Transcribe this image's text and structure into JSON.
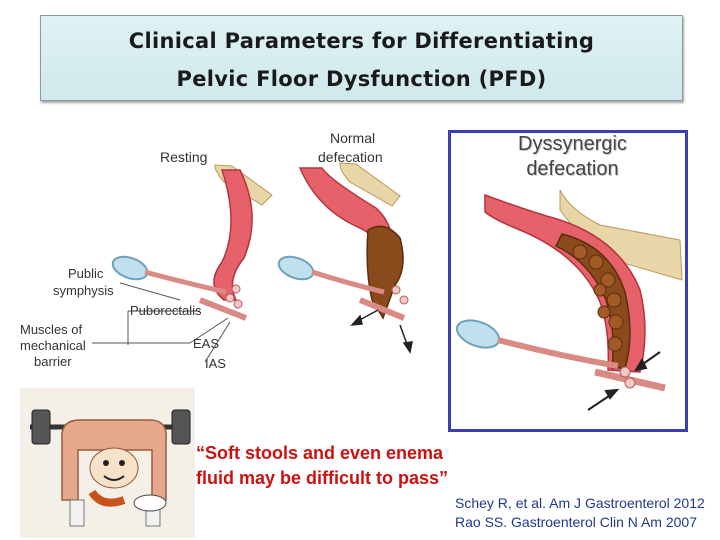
{
  "title": {
    "line1": "Clinical Parameters for Differentiating",
    "line2": "Pelvic Floor Dysfunction (PFD)"
  },
  "diagram": {
    "panel_resting": "Resting",
    "panel_normal_line1": "Normal",
    "panel_normal_line2": "defecation",
    "panel_dyssynergic_line1": "Dyssynergic",
    "panel_dyssynergic_line2": "defecation",
    "label_public_line1": "Public",
    "label_public_line2": "symphysis",
    "label_puborectalis": "Puborectalis",
    "label_muscles_line1": "Muscles of",
    "label_muscles_line2": "mechanical",
    "label_muscles_line3": "barrier",
    "label_eas": "EAS",
    "label_ias": "IAS"
  },
  "quote": {
    "line1": "“Soft stools and even enema",
    "line2": "fluid may be difficult to pass”"
  },
  "references": [
    "Schey R, et al. Am J Gastroenterol 2012",
    "Rao SS. Gastroenterol Clin N Am  2007"
  ],
  "colors": {
    "title_bg": "#d8eef1",
    "dys_border": "#3b3fb3",
    "quote": "#cc1111",
    "reference": "#1f3a8a",
    "rectum": "#e7616b",
    "stool": "#8a4a1c"
  }
}
